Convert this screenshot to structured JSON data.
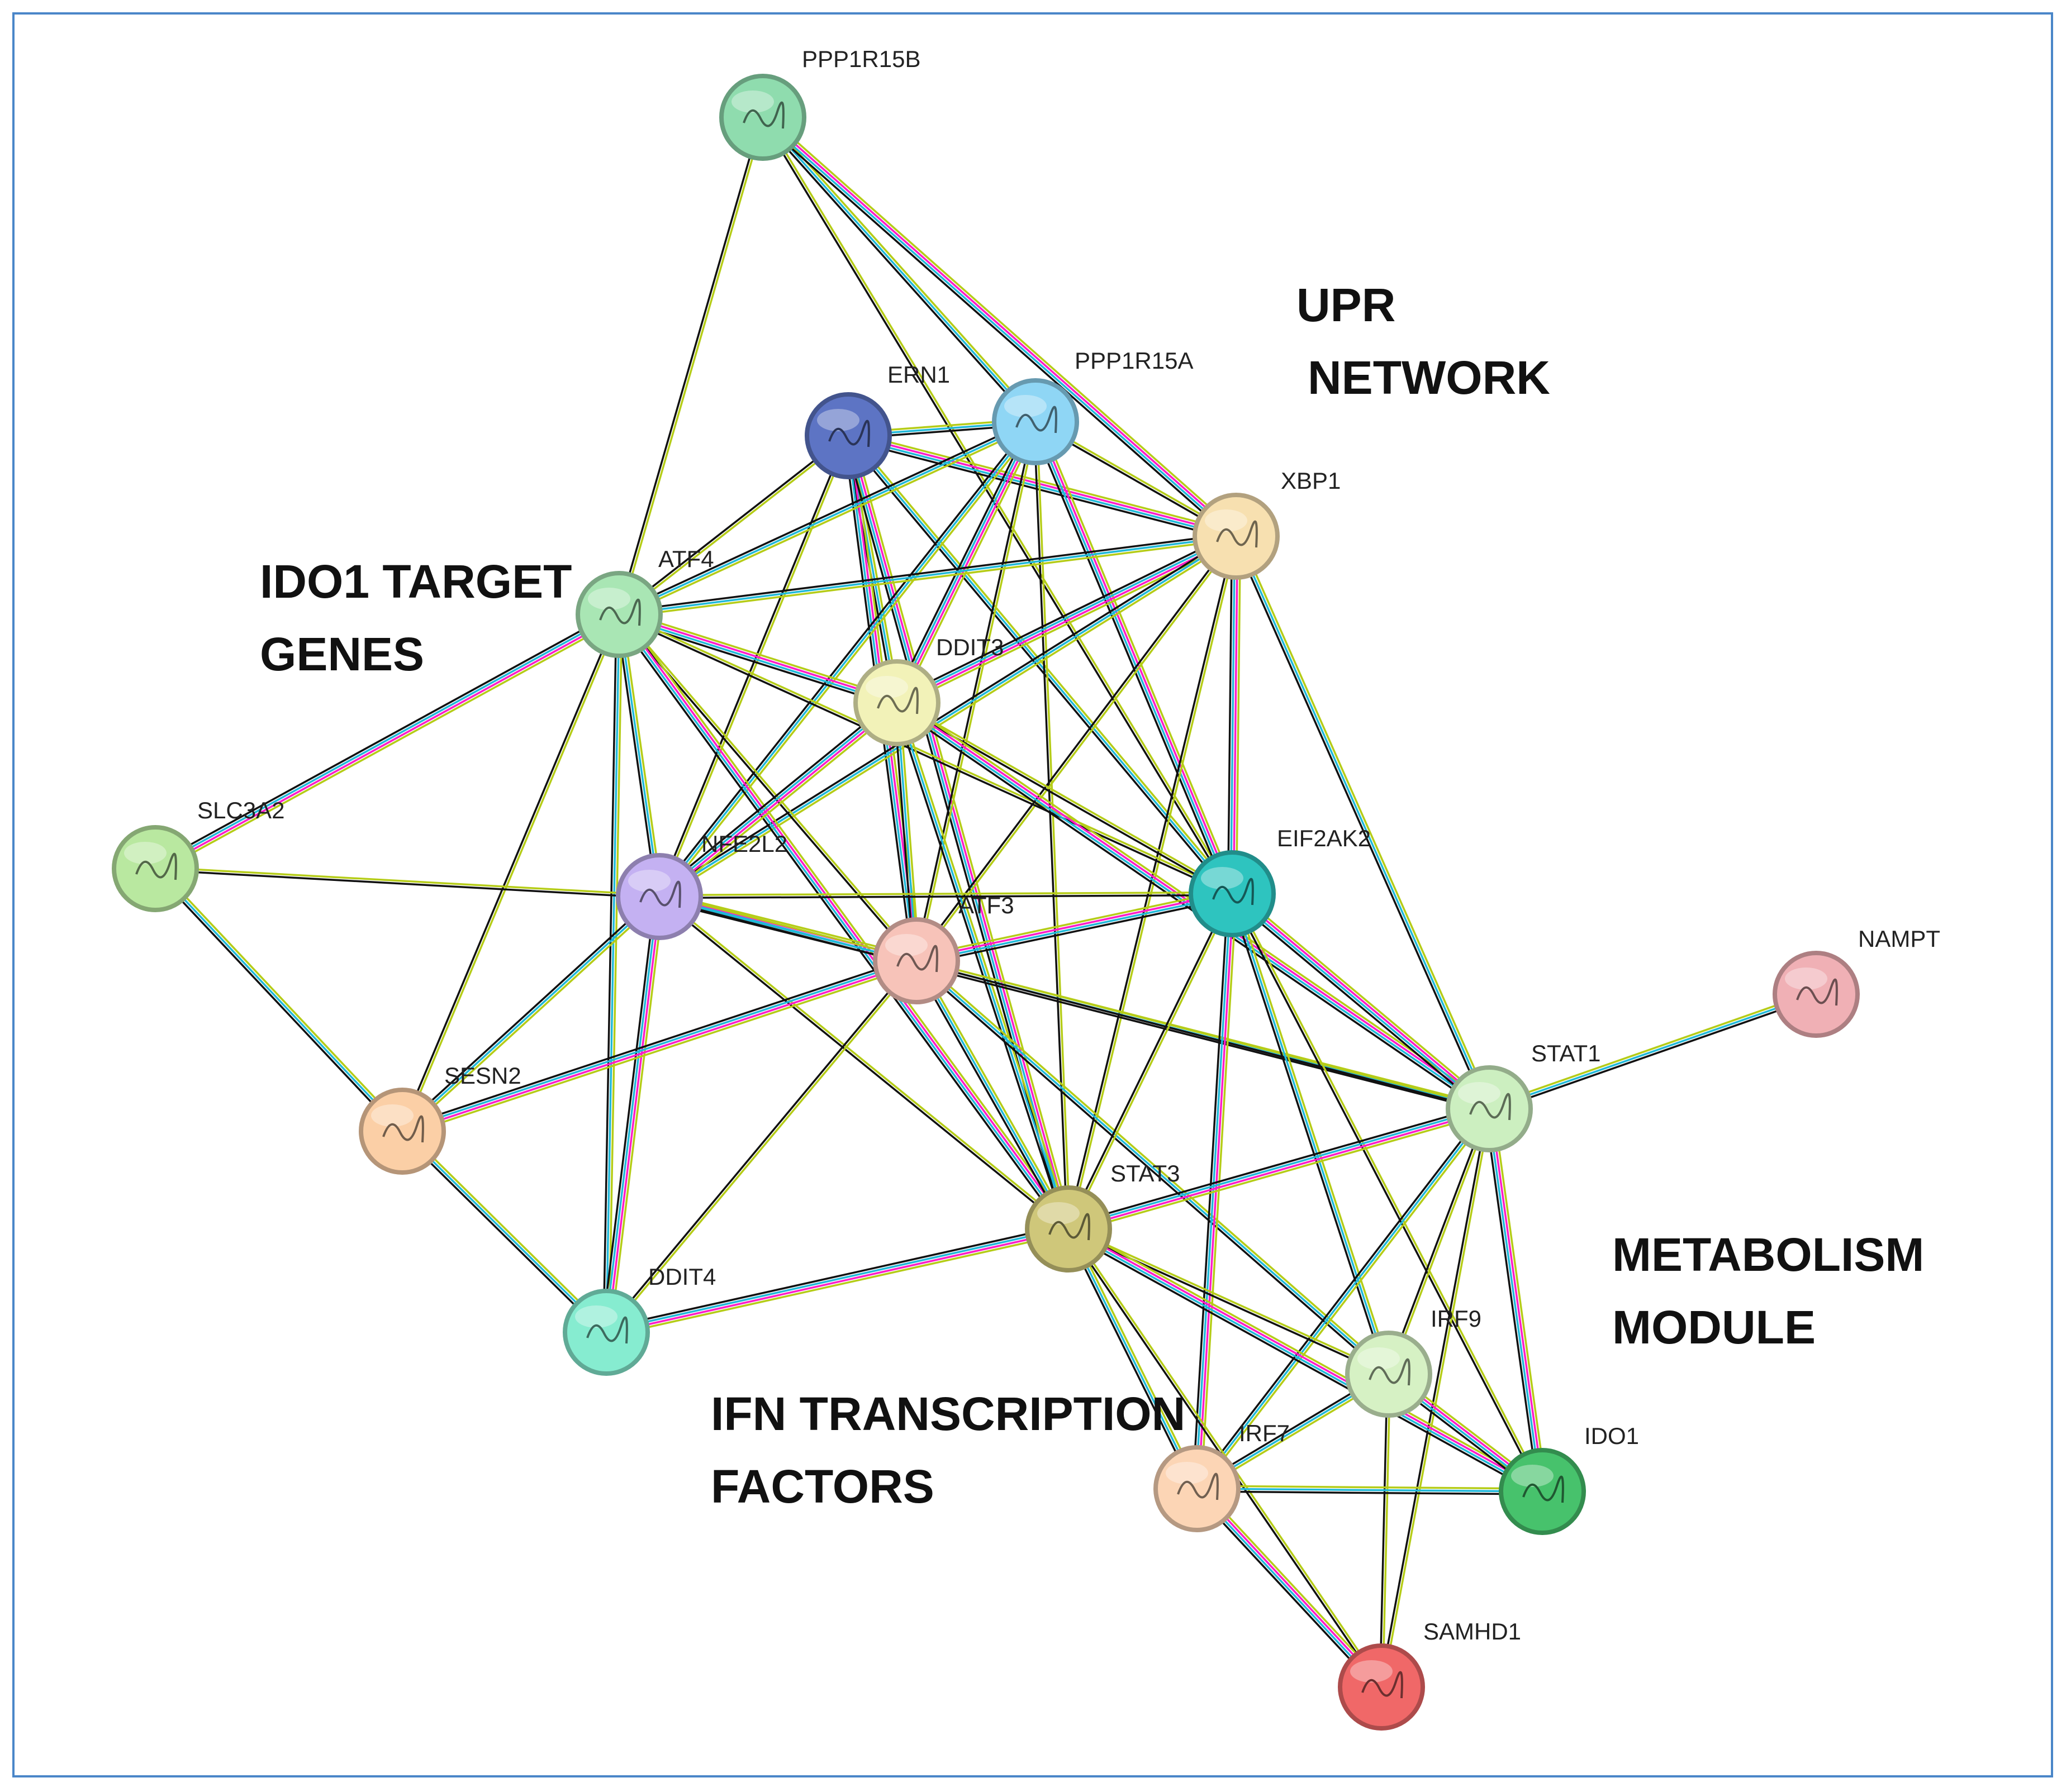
{
  "modules": [
    {
      "id": "upr",
      "lines": [
        "UPR",
        "NETWORK"
      ]
    },
    {
      "id": "ido1-target",
      "lines": [
        "IDO1 TARGET",
        "GENES"
      ]
    },
    {
      "id": "metabolism",
      "lines": [
        "METABOLISM",
        "MODULE"
      ]
    },
    {
      "id": "ifn",
      "lines": [
        "IFN TRANSCRIPTION",
        "FACTORS"
      ]
    }
  ],
  "nodes": [
    {
      "id": "PPP1R15B",
      "label": "PPP1R15B",
      "color": "#8fdcae"
    },
    {
      "id": "ERN1",
      "label": "ERN1",
      "color": "#5d74c4"
    },
    {
      "id": "PPP1R15A",
      "label": "PPP1R15A",
      "color": "#8fd6f5"
    },
    {
      "id": "XBP1",
      "label": "XBP1",
      "color": "#f7e0b0"
    },
    {
      "id": "ATF4",
      "label": "ATF4",
      "color": "#a9e6b4"
    },
    {
      "id": "DDIT3",
      "label": "DDIT3",
      "color": "#f2f2b8"
    },
    {
      "id": "SLC3A2",
      "label": "SLC3A2",
      "color": "#b9e8a0"
    },
    {
      "id": "NFE2L2",
      "label": "NFE2L2",
      "color": "#c4b1f2"
    },
    {
      "id": "ATF3",
      "label": "ATF3",
      "color": "#f7c3b9"
    },
    {
      "id": "EIF2AK2",
      "label": "EIF2AK2",
      "color": "#2ec4bf"
    },
    {
      "id": "NAMPT",
      "label": "NAMPT",
      "color": "#f0b0b5"
    },
    {
      "id": "STAT1",
      "label": "STAT1",
      "color": "#ccefc0"
    },
    {
      "id": "SESN2",
      "label": "SESN2",
      "color": "#fbcfa6"
    },
    {
      "id": "STAT3",
      "label": "STAT3",
      "color": "#cfc77a"
    },
    {
      "id": "DDIT4",
      "label": "DDIT4",
      "color": "#86ecd0"
    },
    {
      "id": "IRF9",
      "label": "IRF9",
      "color": "#d6f1c4"
    },
    {
      "id": "IRF7",
      "label": "IRF7",
      "color": "#fcd5b5"
    },
    {
      "id": "IDO1",
      "label": "IDO1",
      "color": "#47c26c"
    },
    {
      "id": "SAMHD1",
      "label": "SAMHD1",
      "color": "#f06868"
    }
  ],
  "edges": [
    [
      "PPP1R15B",
      "ATF4"
    ],
    [
      "PPP1R15B",
      "PPP1R15A"
    ],
    [
      "PPP1R15B",
      "XBP1"
    ],
    [
      "PPP1R15B",
      "EIF2AK2"
    ],
    [
      "ERN1",
      "PPP1R15A"
    ],
    [
      "ERN1",
      "XBP1"
    ],
    [
      "ERN1",
      "ATF4"
    ],
    [
      "ERN1",
      "DDIT3"
    ],
    [
      "ERN1",
      "ATF3"
    ],
    [
      "ERN1",
      "NFE2L2"
    ],
    [
      "ERN1",
      "EIF2AK2"
    ],
    [
      "ERN1",
      "STAT3"
    ],
    [
      "PPP1R15A",
      "XBP1"
    ],
    [
      "PPP1R15A",
      "ATF4"
    ],
    [
      "PPP1R15A",
      "DDIT3"
    ],
    [
      "PPP1R15A",
      "ATF3"
    ],
    [
      "PPP1R15A",
      "NFE2L2"
    ],
    [
      "PPP1R15A",
      "EIF2AK2"
    ],
    [
      "PPP1R15A",
      "STAT3"
    ],
    [
      "XBP1",
      "ATF4"
    ],
    [
      "XBP1",
      "DDIT3"
    ],
    [
      "XBP1",
      "ATF3"
    ],
    [
      "XBP1",
      "NFE2L2"
    ],
    [
      "XBP1",
      "EIF2AK2"
    ],
    [
      "XBP1",
      "STAT3"
    ],
    [
      "XBP1",
      "STAT1"
    ],
    [
      "ATF4",
      "DDIT3"
    ],
    [
      "ATF4",
      "ATF3"
    ],
    [
      "ATF4",
      "NFE2L2"
    ],
    [
      "ATF4",
      "SLC3A2"
    ],
    [
      "ATF4",
      "SESN2"
    ],
    [
      "ATF4",
      "DDIT4"
    ],
    [
      "ATF4",
      "STAT3"
    ],
    [
      "ATF4",
      "EIF2AK2"
    ],
    [
      "DDIT3",
      "ATF3"
    ],
    [
      "DDIT3",
      "NFE2L2"
    ],
    [
      "DDIT3",
      "EIF2AK2"
    ],
    [
      "DDIT3",
      "STAT3"
    ],
    [
      "DDIT3",
      "STAT1"
    ],
    [
      "SLC3A2",
      "NFE2L2"
    ],
    [
      "SLC3A2",
      "SESN2"
    ],
    [
      "NFE2L2",
      "ATF3"
    ],
    [
      "NFE2L2",
      "EIF2AK2"
    ],
    [
      "NFE2L2",
      "SESN2"
    ],
    [
      "NFE2L2",
      "DDIT4"
    ],
    [
      "NFE2L2",
      "STAT3"
    ],
    [
      "NFE2L2",
      "STAT1"
    ],
    [
      "ATF3",
      "EIF2AK2"
    ],
    [
      "ATF3",
      "STAT1"
    ],
    [
      "ATF3",
      "STAT3"
    ],
    [
      "ATF3",
      "SESN2"
    ],
    [
      "ATF3",
      "DDIT4"
    ],
    [
      "ATF3",
      "IRF9"
    ],
    [
      "EIF2AK2",
      "STAT1"
    ],
    [
      "EIF2AK2",
      "STAT3"
    ],
    [
      "EIF2AK2",
      "IRF9"
    ],
    [
      "EIF2AK2",
      "IRF7"
    ],
    [
      "EIF2AK2",
      "IDO1"
    ],
    [
      "STAT1",
      "NAMPT"
    ],
    [
      "STAT1",
      "STAT3"
    ],
    [
      "STAT1",
      "IRF9"
    ],
    [
      "STAT1",
      "IRF7"
    ],
    [
      "STAT1",
      "IDO1"
    ],
    [
      "STAT1",
      "SAMHD1"
    ],
    [
      "SESN2",
      "DDIT4"
    ],
    [
      "STAT3",
      "DDIT4"
    ],
    [
      "STAT3",
      "IRF9"
    ],
    [
      "STAT3",
      "IRF7"
    ],
    [
      "STAT3",
      "IDO1"
    ],
    [
      "STAT3",
      "SAMHD1"
    ],
    [
      "IRF9",
      "IRF7"
    ],
    [
      "IRF9",
      "IDO1"
    ],
    [
      "IRF9",
      "SAMHD1"
    ],
    [
      "IRF7",
      "IDO1"
    ],
    [
      "IRF7",
      "SAMHD1"
    ]
  ]
}
